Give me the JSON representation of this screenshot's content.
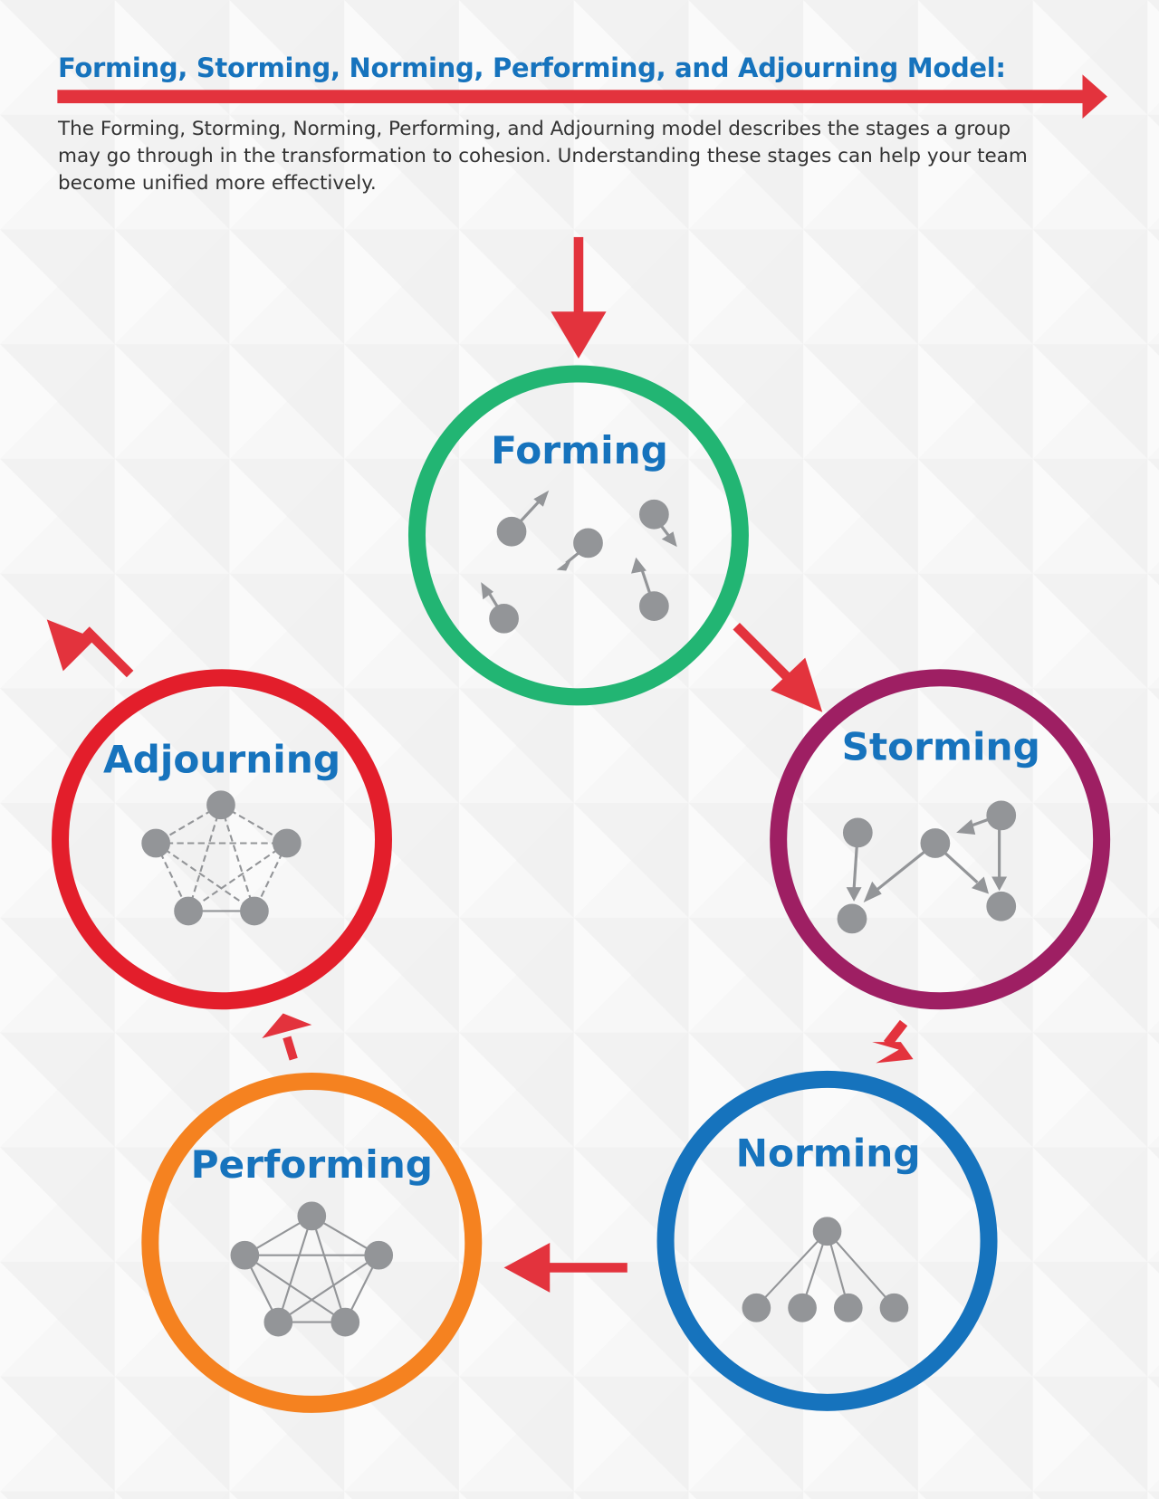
{
  "header": {
    "title": "Forming, Storming, Norming, Performing, and Adjourning Model:",
    "description": "The Forming, Storming, Norming, Performing, and Adjourning model describes the stages a group may go through in the transformation to cohesion. Understanding these stages can help your team become unified more effectively."
  },
  "colors": {
    "title_blue": "#1673bd",
    "arrow_red": "#e3333d",
    "node_gray": "#939598",
    "forming": "#22b573",
    "storming": "#9e1f63",
    "norming": "#1673bd",
    "performing": "#f58220",
    "adjourning": "#e31e2b"
  },
  "stages": [
    {
      "name": "Forming",
      "order": 1,
      "icon": "scattered-nodes-icon"
    },
    {
      "name": "Storming",
      "order": 2,
      "icon": "conflict-arrows-icon"
    },
    {
      "name": "Norming",
      "order": 3,
      "icon": "hierarchy-tree-icon"
    },
    {
      "name": "Performing",
      "order": 4,
      "icon": "fully-connected-network-icon"
    },
    {
      "name": "Adjourning",
      "order": 5,
      "icon": "dashed-network-icon"
    }
  ],
  "flow": [
    "Forming",
    "Storming",
    "Norming",
    "Performing",
    "Adjourning"
  ]
}
